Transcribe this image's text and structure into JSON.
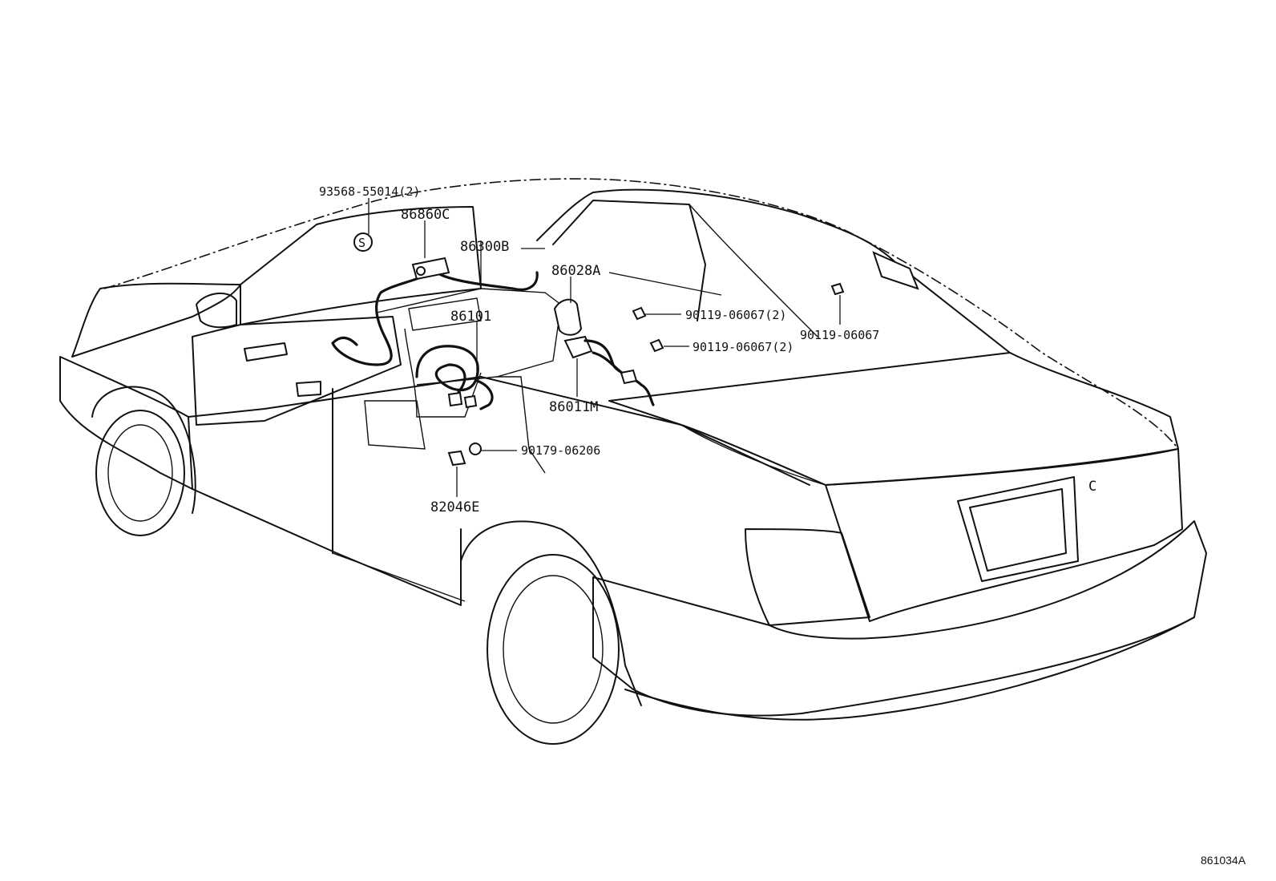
{
  "diagram": {
    "labels": {
      "p93568": "93568-55014(2)",
      "p86860c": "86860C",
      "p86300b": "86300B",
      "p86028a": "86028A",
      "p86101": "86101",
      "p90119a": "90119-06067(2)",
      "p90119b": "90119-06067",
      "p90119c": "90119-06067(2)",
      "p86011m": "86011M",
      "p90179": "90179-06206",
      "p82046e": "82046E",
      "s_mark": "S",
      "c_mark": "C"
    },
    "figure_code": "861034A"
  }
}
